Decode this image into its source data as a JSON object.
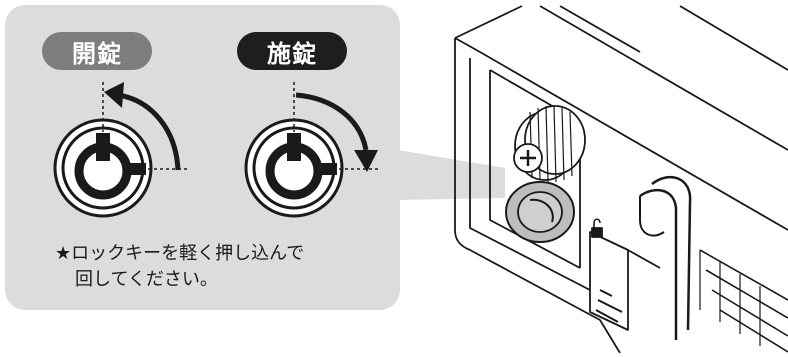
{
  "labels": {
    "unlock": "開錠",
    "lock": "施錠"
  },
  "note": {
    "line1": "★ロックキーを軽く押し込んで",
    "line2": "回してください。"
  },
  "colors": {
    "panel": "#dcdcdc",
    "unlock_pill": "#7d7d7d",
    "lock_pill": "#1e1e1e",
    "ink": "#1a1a1a"
  },
  "icons": [
    "key-slot-unlocked-icon",
    "key-slot-locked-icon",
    "rotate-counterclockwise-icon",
    "rotate-clockwise-icon",
    "padlock-icon"
  ]
}
